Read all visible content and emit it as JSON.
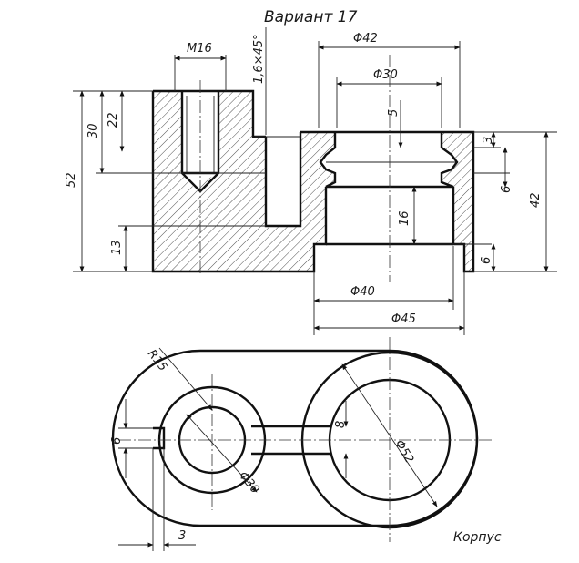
{
  "title": "Вариант 17",
  "label": "Корпус",
  "dims": {
    "m16": "M16",
    "chamfer": "1,6×45°",
    "d42": "Φ42",
    "d30_top": "Φ30",
    "d40": "Φ40",
    "d45": "Φ45",
    "v52": "52",
    "v30": "30",
    "v22": "22",
    "v13": "13",
    "v16": "16",
    "v5": "5",
    "v3": "3",
    "v6a": "6",
    "v6b": "6",
    "v42": "42",
    "r15": "R15",
    "d30_plan": "Φ30",
    "d52": "Φ52",
    "w8": "8",
    "w6": "6",
    "w3": "3"
  }
}
